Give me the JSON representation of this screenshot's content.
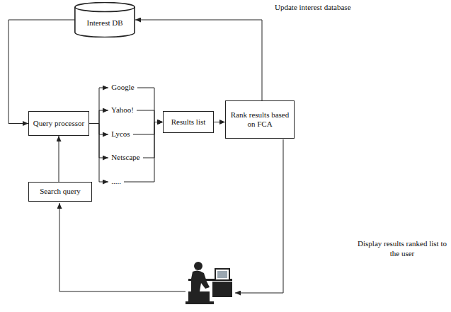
{
  "diagram": {
    "nodes": [
      {
        "text": [
          "Interest DB"
        ]
      },
      {
        "text": [
          "Query processor"
        ]
      },
      {
        "text": [
          "Google"
        ]
      },
      {
        "text": [
          "Yahoo!"
        ]
      },
      {
        "text": [
          "Lycos"
        ]
      },
      {
        "text": [
          "Netscape"
        ]
      },
      {
        "text": [
          "....."
        ]
      },
      {
        "text": [
          "Results list"
        ]
      },
      {
        "text": [
          "Rank results based on FCA"
        ]
      },
      {
        "text": [
          "Search query"
        ]
      }
    ],
    "edges": [
      {
        "from": 0,
        "to": 1,
        "arrow": "to"
      },
      {
        "from": 1,
        "to": 2,
        "arrow": "to"
      },
      {
        "from": 1,
        "to": 3,
        "arrow": "to"
      },
      {
        "from": 1,
        "to": 4,
        "arrow": "to"
      },
      {
        "from": 1,
        "to": 5,
        "arrow": "to"
      },
      {
        "from": 1,
        "to": 6,
        "arrow": "to"
      },
      {
        "from": 2,
        "to": 7,
        "arrow": "to"
      },
      {
        "from": 3,
        "to": 7,
        "arrow": "to"
      },
      {
        "from": 4,
        "to": 7,
        "arrow": "to"
      },
      {
        "from": 5,
        "to": 7,
        "arrow": "to"
      },
      {
        "from": 6,
        "to": 7,
        "arrow": "to"
      },
      {
        "from": 7,
        "to": 8,
        "arrow": "to"
      },
      {
        "from": 8,
        "to": 0,
        "label": "Update interest database",
        "arrow": "to"
      },
      {
        "from": 9,
        "to": 1,
        "arrow": "to"
      }
    ],
    "labels": [
      "Display results ranked list to the user"
    ]
  }
}
